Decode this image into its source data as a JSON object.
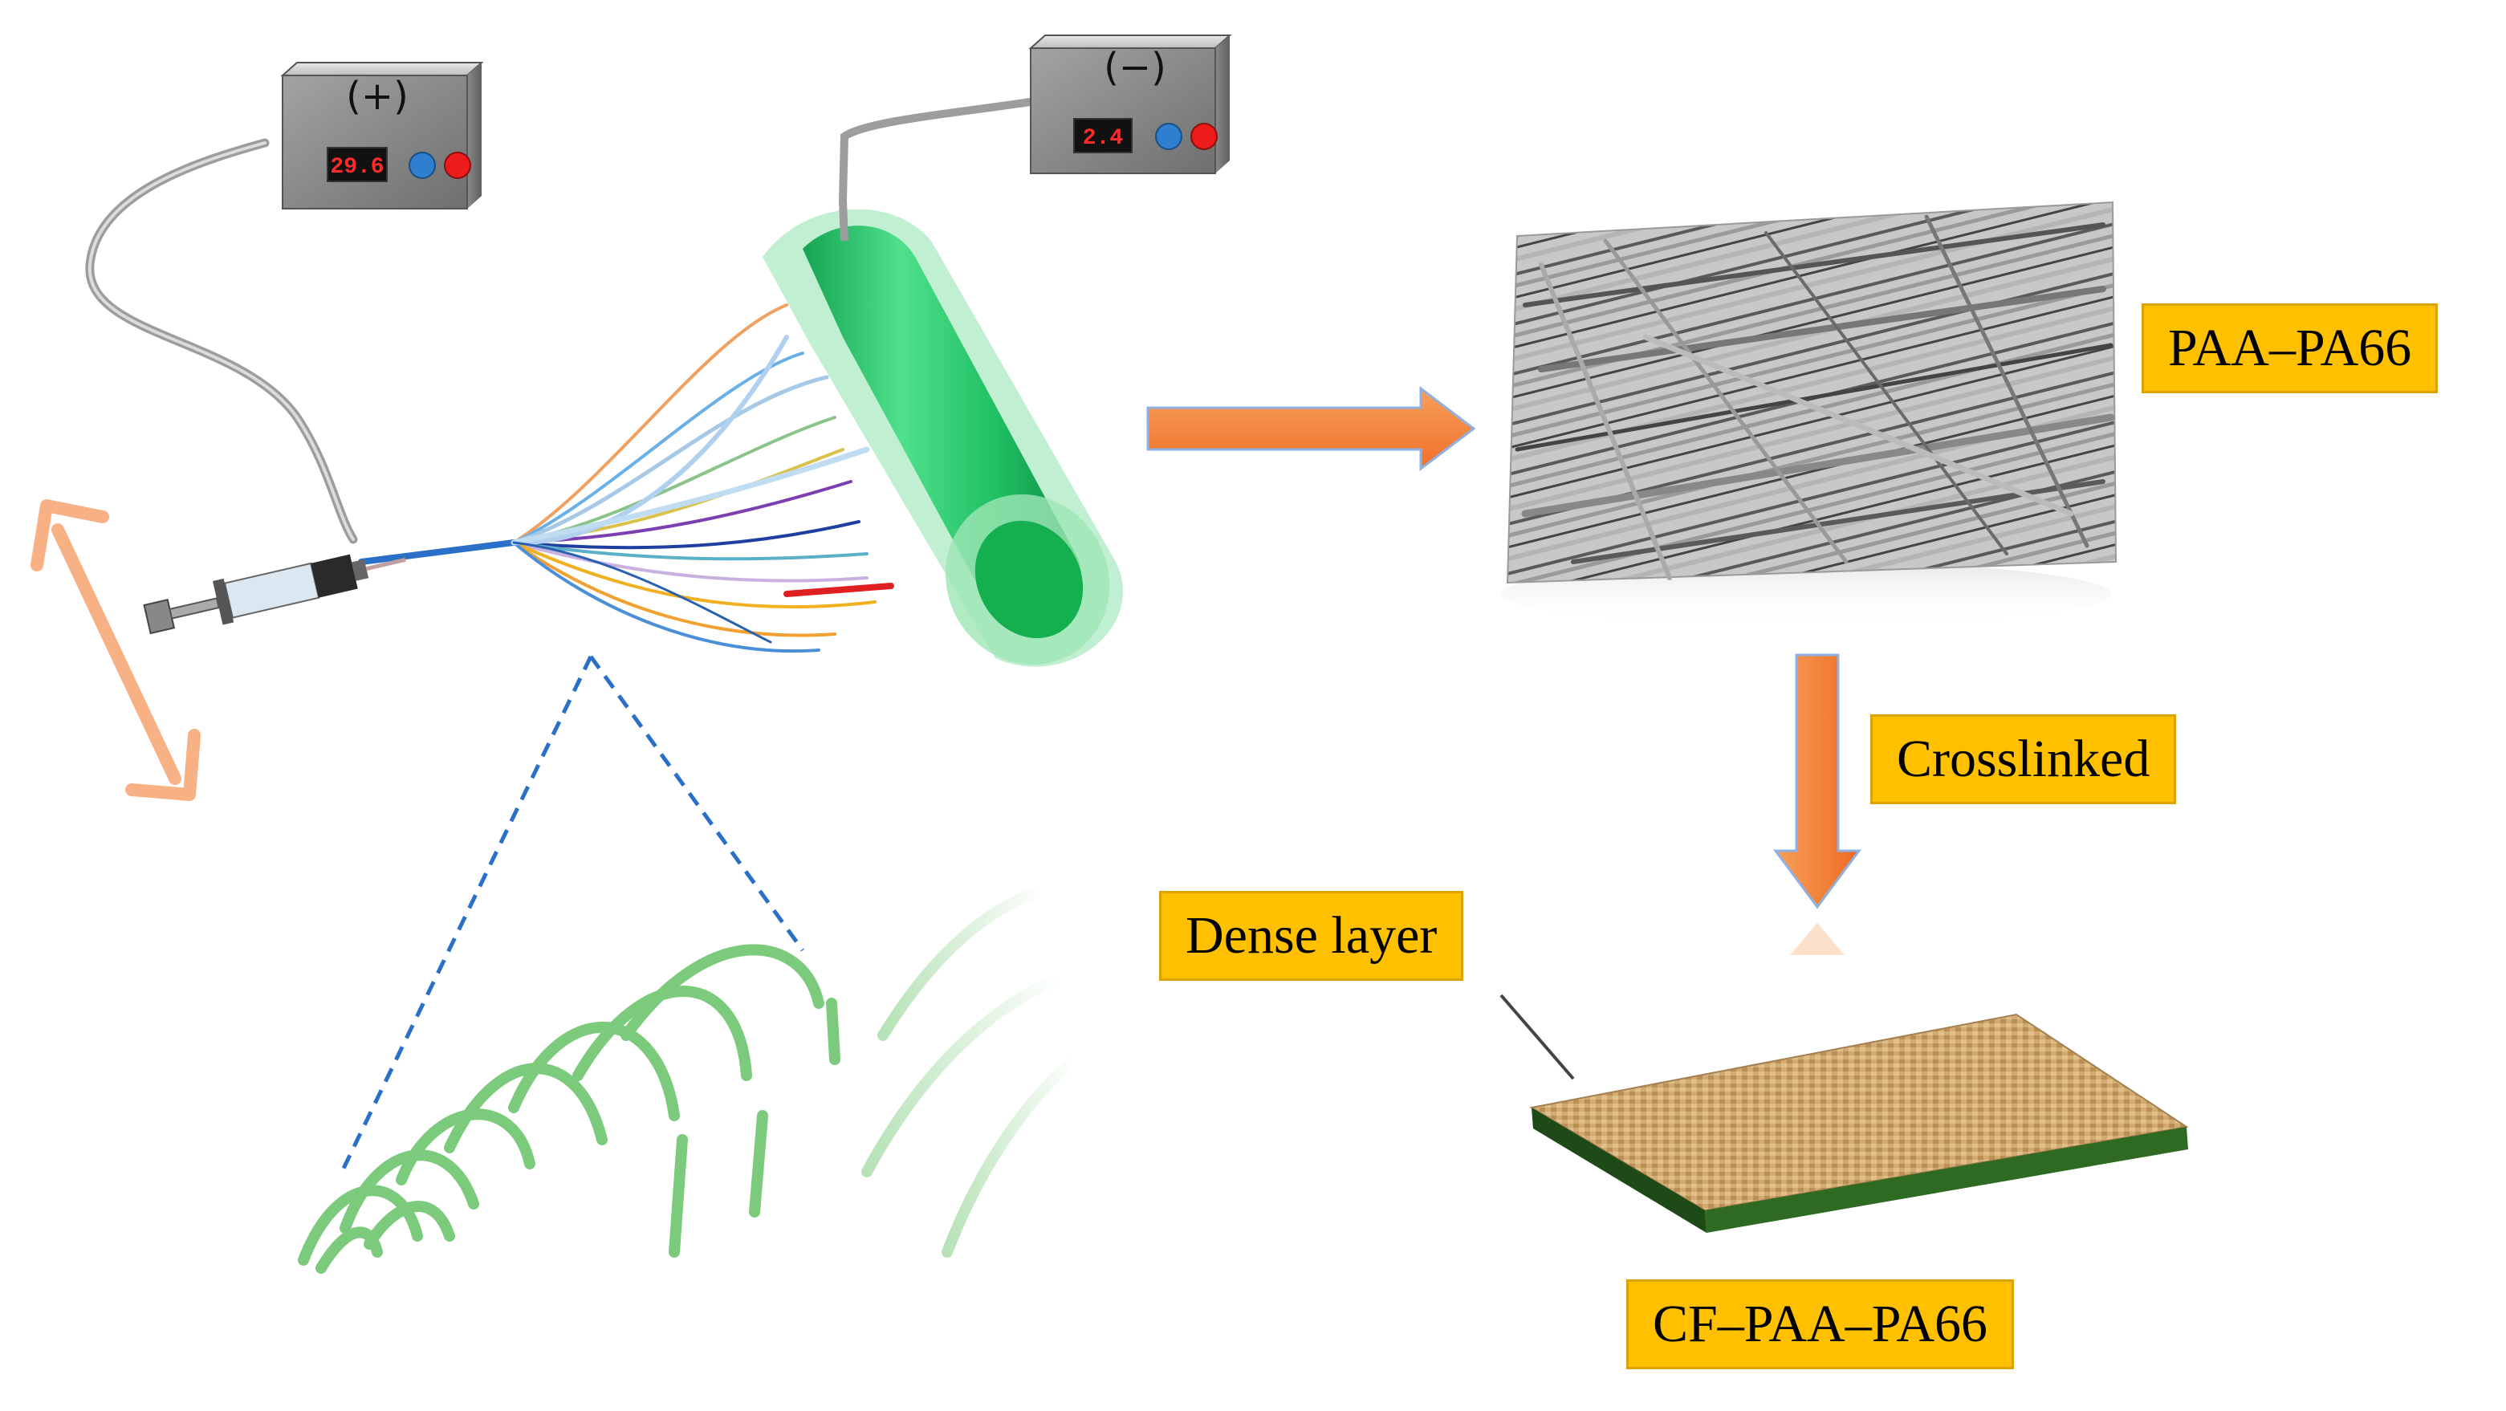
{
  "labels": {
    "paa_pa66": "PAA–PA66",
    "crosslinked": "Crosslinked",
    "dense_layer": "Dense layer",
    "cf_paa_pa66": "CF–PAA–PA66"
  },
  "power_supplies": {
    "positive": {
      "sign": "(+)",
      "display": "29.6"
    },
    "negative": {
      "sign": "(−)",
      "display": "2.4"
    }
  },
  "colors": {
    "label_fill": "#ffc000",
    "arrow_orange": "#f58a3a",
    "collector_green": "#22c36a",
    "coil_green": "#7ccb7c",
    "membrane_tan": "#c9a26b",
    "membrane_edge": "#1e4a17",
    "guide_dash": "#2a6fc8",
    "double_arrow": "#f7b184",
    "display_red": "#ff2b2b"
  },
  "icons": [
    "syringe-icon",
    "power-supply-icon",
    "collector-drum-icon",
    "nanofiber-mat-icon",
    "membrane-icon"
  ]
}
